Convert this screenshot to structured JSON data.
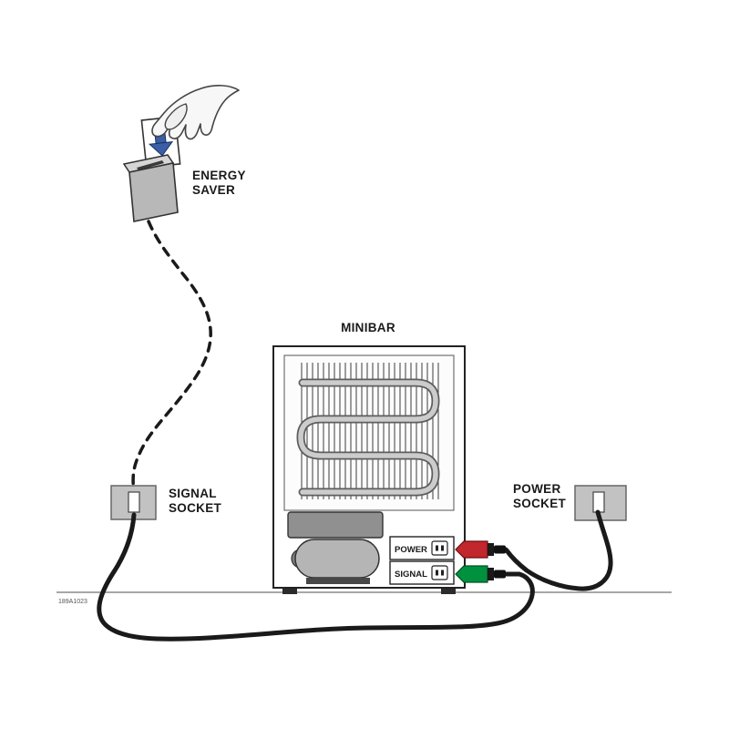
{
  "labels": {
    "energy_saver_line1": "ENERGY",
    "energy_saver_line2": "SAVER",
    "minibar": "MINIBAR",
    "signal_socket_line1": "SIGNAL",
    "signal_socket_line2": "SOCKET",
    "power_socket_line1": "POWER",
    "power_socket_line2": "SOCKET",
    "panel_power_port": "POWER",
    "panel_signal_port": "SIGNAL",
    "part_number": "189A1023"
  },
  "colors": {
    "power_plug": "#c1272d",
    "signal_plug": "#00913f",
    "insert_arrow": "#3b5ea6",
    "cable": "#1a1a1a"
  }
}
